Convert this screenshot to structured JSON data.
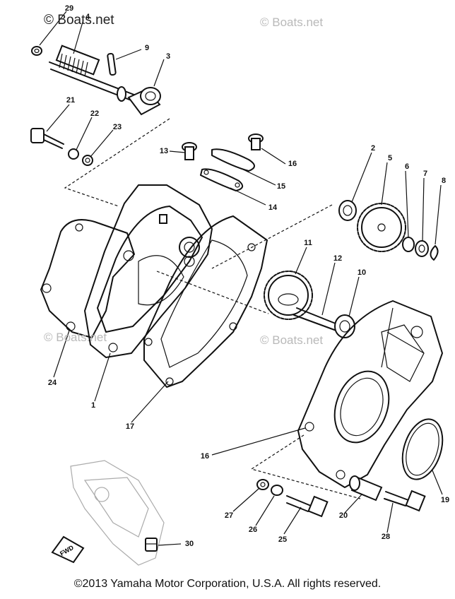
{
  "watermarks": [
    "© Boats.net",
    "© Boats.net",
    "© Boats.net",
    "© Boats.net"
  ],
  "callouts": {
    "n29": "29",
    "n4": "4",
    "n9": "9",
    "n3": "3",
    "n21": "21",
    "n22": "22",
    "n23": "23",
    "n13": "13",
    "n16a": "16",
    "n15": "15",
    "n14": "14",
    "n2": "2",
    "n5": "5",
    "n6": "6",
    "n7": "7",
    "n8": "8",
    "n11": "11",
    "n12": "12",
    "n10": "10",
    "n24": "24",
    "n1": "1",
    "n17": "17",
    "n16b": "16",
    "n19": "19",
    "n27": "27",
    "n26": "26",
    "n25": "25",
    "n20": "20",
    "n28": "28",
    "n30": "30"
  },
  "fwd_label": "FWD",
  "footer": "©2013 Yamaha Motor Corporation, U.S.A. All rights reserved."
}
